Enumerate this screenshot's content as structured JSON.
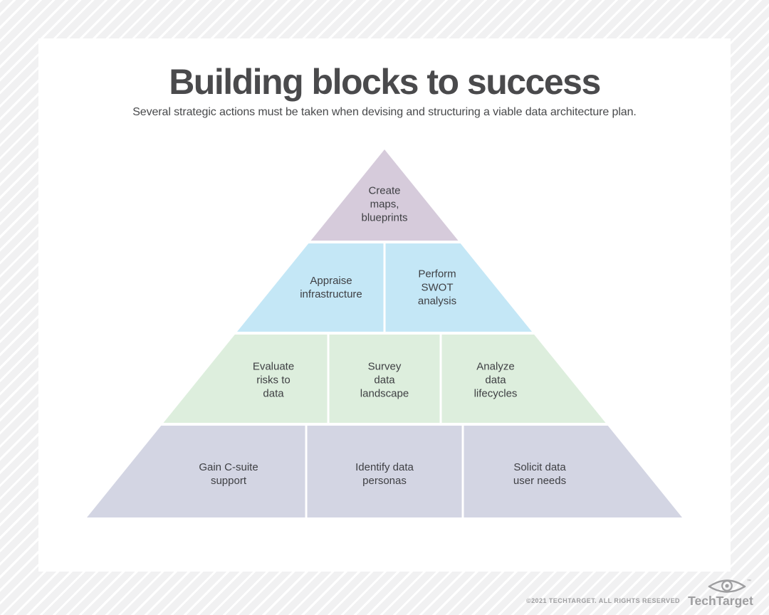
{
  "header": {
    "title": "Building blocks to success",
    "subtitle": "Several strategic actions must be taken when devising and structuring a viable data architecture plan."
  },
  "pyramid": {
    "levels": [
      {
        "color": "#d6cbdb",
        "cells": [
          {
            "label": "Create\nmaps,\nblueprints"
          }
        ]
      },
      {
        "color": "#c4e7f6",
        "cells": [
          {
            "label": "Appraise\ninfrastructure"
          },
          {
            "label": "Perform\nSWOT\nanalysis"
          }
        ]
      },
      {
        "color": "#ddeedd",
        "cells": [
          {
            "label": "Evaluate\nrisks to\ndata"
          },
          {
            "label": "Survey\ndata\nlandscape"
          },
          {
            "label": "Analyze\ndata\nlifecycles"
          }
        ]
      },
      {
        "color": "#d3d5e3",
        "cells": [
          {
            "label": "Gain C-suite\nsupport"
          },
          {
            "label": "Identify data\npersonas"
          },
          {
            "label": "Solicit data\nuser needs"
          }
        ]
      }
    ]
  },
  "footer": {
    "copyright": "©2021 TECHTARGET. ALL RIGHTS RESERVED",
    "brand": "TechTarget"
  },
  "colors": {
    "label_text": "#3e3f43",
    "title_text": "#4a4a4c",
    "footer_gray": "#9e9ea0"
  }
}
